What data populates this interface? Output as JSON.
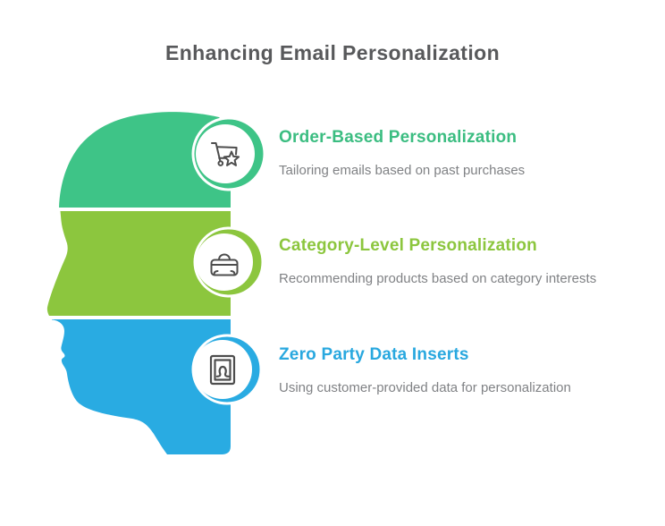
{
  "title": "Enhancing Email Personalization",
  "title_color": "#58595b",
  "background": "#ffffff",
  "description_color": "#808285",
  "icon_color": "#4d4d4d",
  "sections": [
    {
      "heading": "Order-Based Personalization",
      "description": "Tailoring emails based on past purchases",
      "color": "#3ec487",
      "heading_color": "#3bbd81",
      "icon": "cart-star-icon"
    },
    {
      "heading": "Category-Level Personalization",
      "description": "Recommending products based on category interests",
      "color": "#8cc63e",
      "heading_color": "#8cc63e",
      "icon": "bag-icon"
    },
    {
      "heading": "Zero Party Data Inserts",
      "description": "Using customer-provided data for personalization",
      "color": "#29abe2",
      "heading_color": "#29a8df",
      "icon": "id-card-icon"
    }
  ]
}
